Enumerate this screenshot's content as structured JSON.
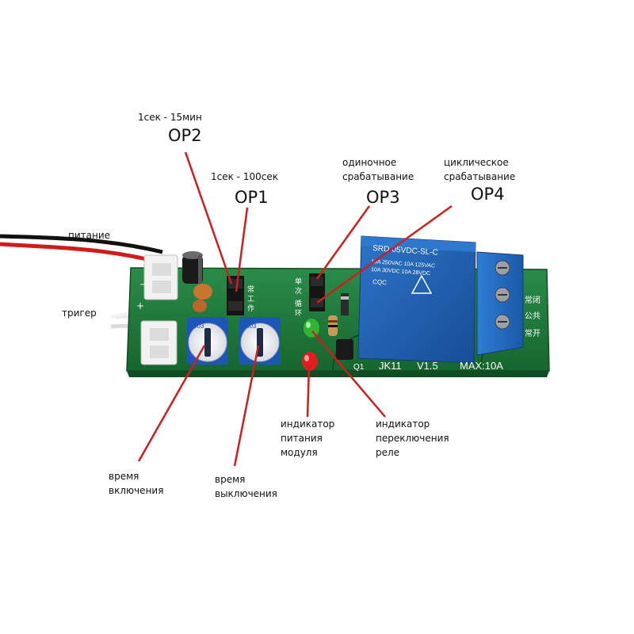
{
  "labels": {
    "op2_range": "1сек - 15мин",
    "op2": "OP2",
    "op1_range": "1сек - 100сек",
    "op1": "OP1",
    "op3_mode_line1": "одиночное",
    "op3_mode_line2": "срабатывание",
    "op3": "OP3",
    "op4_mode_line1": "циклическое",
    "op4_mode_line2": "срабатывание",
    "op4": "OP4",
    "power": "питание",
    "trigger": "тригер",
    "on_time_line1": "время",
    "on_time_line2": "включения",
    "off_time_line1": "время",
    "off_time_line2": "выключения",
    "power_led_line1": "индикатор",
    "power_led_line2": "питания",
    "power_led_line3": "модуля",
    "relay_led_line1": "индикатор",
    "relay_led_line2": "переключения",
    "relay_led_line3": "реле"
  },
  "board": {
    "model": "JK11",
    "version": "V1.5",
    "max": "MAX:10A",
    "q1": "Q1",
    "relay_model": "SRD-05VDC-SL-C",
    "relay_rating_1": "10A 250VAC  10A 125VAC",
    "relay_rating_2": "10A  30VDC  10A  28VDC",
    "cqc": "CQC",
    "terminal_nc": "常闭",
    "terminal_com": "公共",
    "terminal_no": "常开",
    "pot1_mark": "503",
    "pot2_mark": "503"
  },
  "colors": {
    "pcb": "#1d7a3a",
    "relay": "#1f5fb0",
    "pointer_line": "#cc1f1f",
    "led_red": "#e02020",
    "led_green": "#2fb52f"
  }
}
